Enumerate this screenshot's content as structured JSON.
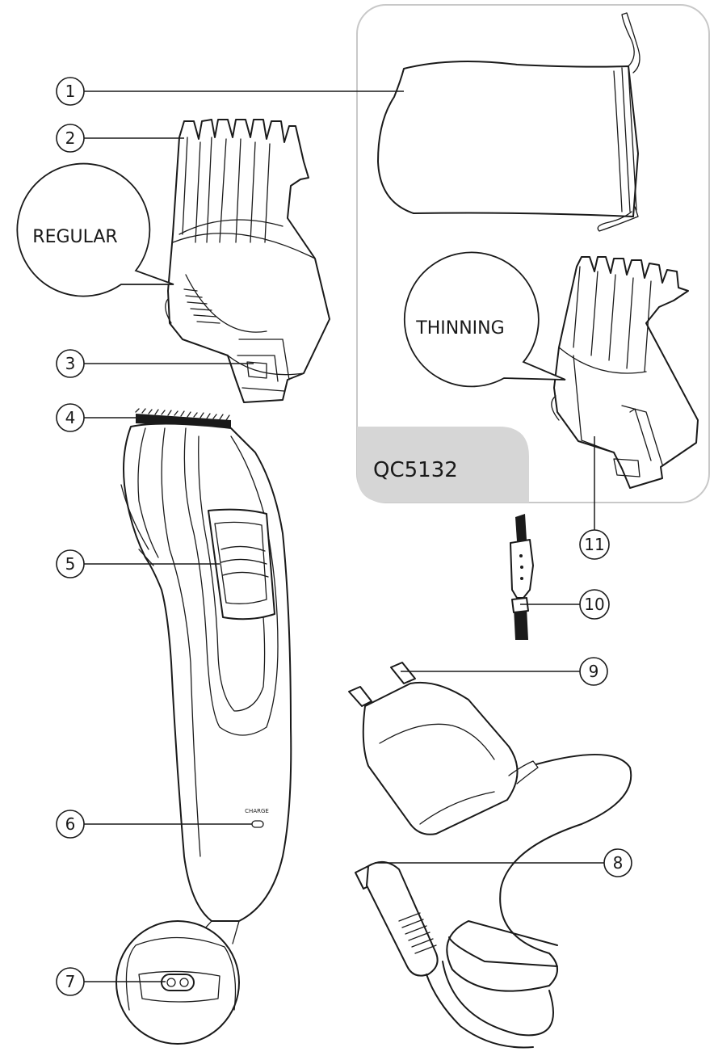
{
  "callouts": {
    "c1": "1",
    "c2": "2",
    "c3": "3",
    "c4": "4",
    "c5": "5",
    "c6": "6",
    "c7": "7",
    "c8": "8",
    "c9": "9",
    "c10": "10",
    "c11": "11"
  },
  "bubbles": {
    "regular": "REGULAR",
    "thinning": "THINNING"
  },
  "model_label": "QC5132",
  "charge_label": "CHARGE"
}
